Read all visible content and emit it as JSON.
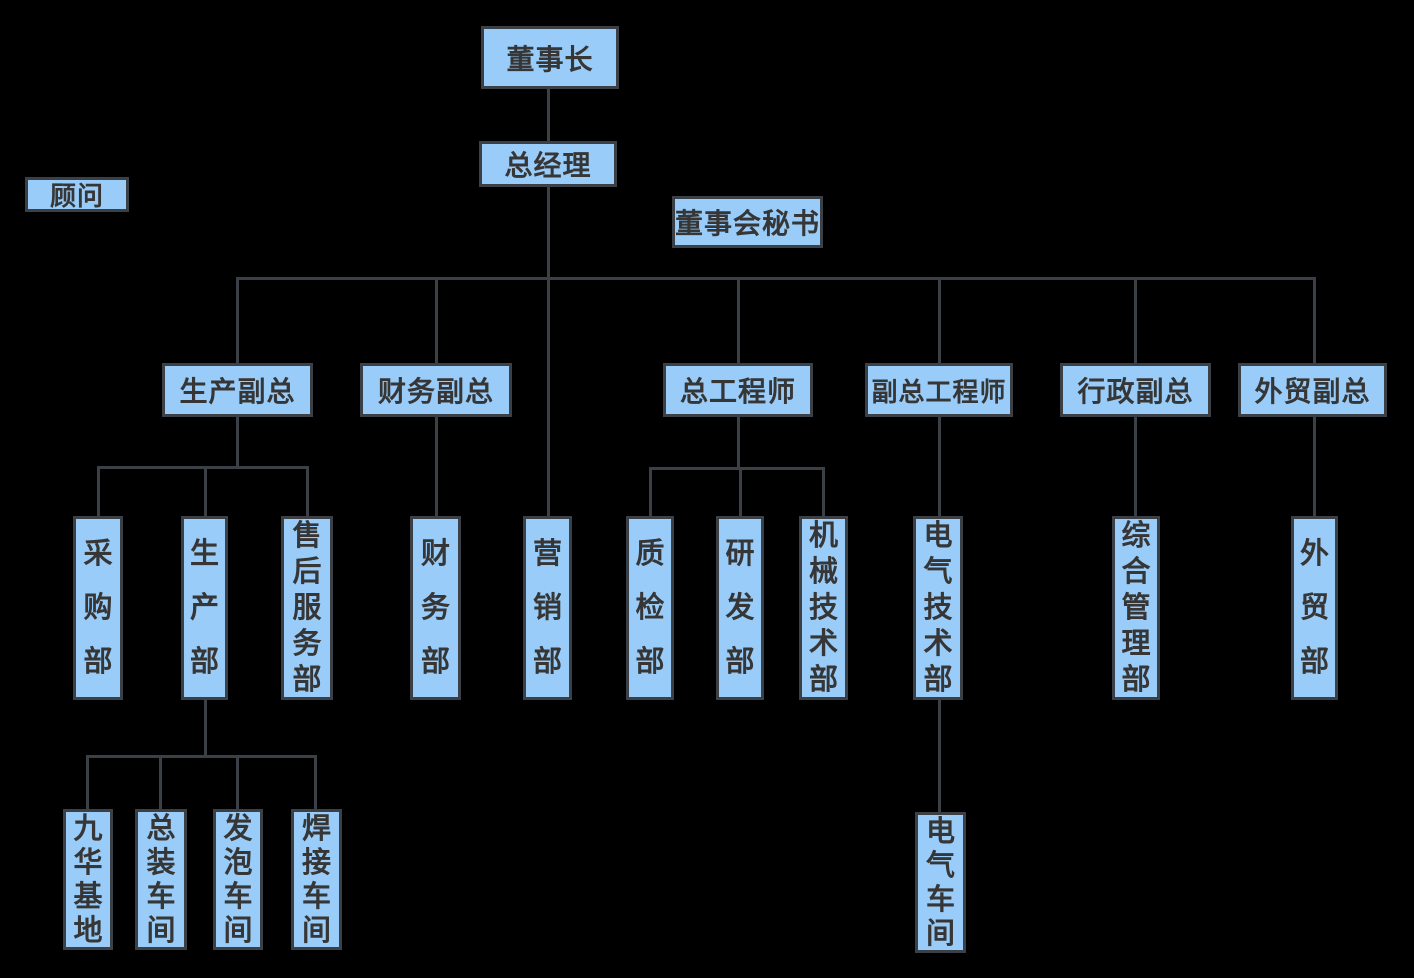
{
  "diagram": {
    "type": "org-chart",
    "background_color": "#000000",
    "node_fill_color": "#99CCF8",
    "node_border_color": "#3b3f46",
    "connector_color": "#3b3f46",
    "text_color": "#363636",
    "nodes": {
      "chairman": {
        "label": "董事长"
      },
      "general_manager": {
        "label": "总经理"
      },
      "advisor": {
        "label": "顾问"
      },
      "board_secretary": {
        "label": "董事会秘书"
      },
      "production_vp": {
        "label": "生产副总"
      },
      "finance_vp": {
        "label": "财务副总"
      },
      "chief_engineer": {
        "label": "总工程师"
      },
      "deputy_chief_engineer": {
        "label": "副总工程师"
      },
      "admin_vp": {
        "label": "行政副总"
      },
      "foreign_trade_vp": {
        "label": "外贸副总"
      },
      "purchasing_dept": {
        "label": "采购部"
      },
      "production_dept": {
        "label": "生产部"
      },
      "after_sales_dept": {
        "label": "售后服务部"
      },
      "finance_dept": {
        "label": "财务部"
      },
      "marketing_dept": {
        "label": "营销部"
      },
      "quality_dept": {
        "label": "质检部"
      },
      "rd_dept": {
        "label": "研发部"
      },
      "mech_tech_dept": {
        "label": "机械技术部"
      },
      "elec_tech_dept": {
        "label": "电气技术部"
      },
      "general_mgmt_dept": {
        "label": "综合管理部"
      },
      "foreign_trade_dept": {
        "label": "外贸部"
      },
      "jiuhua_base": {
        "label": "九华基地"
      },
      "assembly_workshop": {
        "label": "总装车间"
      },
      "foaming_workshop": {
        "label": "发泡车间"
      },
      "welding_workshop": {
        "label": "焊接车间"
      },
      "electrical_workshop": {
        "label": "电气车间"
      }
    },
    "edges": [
      [
        "chairman",
        "general_manager"
      ],
      [
        "general_manager",
        "production_vp"
      ],
      [
        "general_manager",
        "finance_vp"
      ],
      [
        "general_manager",
        "chief_engineer"
      ],
      [
        "general_manager",
        "deputy_chief_engineer"
      ],
      [
        "general_manager",
        "admin_vp"
      ],
      [
        "general_manager",
        "foreign_trade_vp"
      ],
      [
        "general_manager",
        "marketing_dept"
      ],
      [
        "production_vp",
        "purchasing_dept"
      ],
      [
        "production_vp",
        "production_dept"
      ],
      [
        "production_vp",
        "after_sales_dept"
      ],
      [
        "finance_vp",
        "finance_dept"
      ],
      [
        "chief_engineer",
        "quality_dept"
      ],
      [
        "chief_engineer",
        "rd_dept"
      ],
      [
        "chief_engineer",
        "mech_tech_dept"
      ],
      [
        "deputy_chief_engineer",
        "elec_tech_dept"
      ],
      [
        "admin_vp",
        "general_mgmt_dept"
      ],
      [
        "foreign_trade_vp",
        "foreign_trade_dept"
      ],
      [
        "production_dept",
        "jiuhua_base"
      ],
      [
        "production_dept",
        "assembly_workshop"
      ],
      [
        "production_dept",
        "foaming_workshop"
      ],
      [
        "production_dept",
        "welding_workshop"
      ],
      [
        "elec_tech_dept",
        "electrical_workshop"
      ]
    ]
  }
}
